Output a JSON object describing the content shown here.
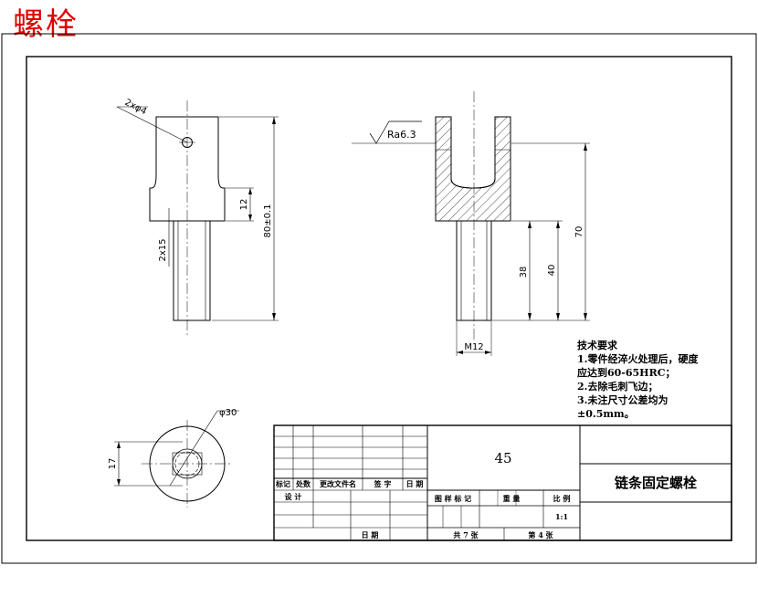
{
  "header": {
    "title": "螺栓"
  },
  "dimensions": {
    "hole": "2xφ4",
    "height_total": "80±0.1",
    "head_step": "12",
    "chamfer": "2x15",
    "roughness": "Ra6.3",
    "dim_70": "70",
    "dim_40": "40",
    "dim_38": "38",
    "thread": "M12",
    "diameter": "φ30",
    "dim_17": "17"
  },
  "notes": {
    "heading": "技术要求",
    "line1": "1.零件经淬火处理后，硬度",
    "line2": "应达到60-65HRC；",
    "line3": "2.去除毛刺飞边；",
    "line4": "3.未注尺寸公差均为",
    "line5": "±0.5mm。"
  },
  "title_block": {
    "material": "45",
    "part_name": "链条固定螺栓",
    "rev_headers": [
      "标记",
      "处数",
      "更改文件名",
      "签 字",
      "日 期"
    ],
    "design": "设 计",
    "date": "日 期",
    "stage_mark": "图 样 标 记",
    "weight": "重 量",
    "scale_label": "比 例",
    "scale": "1:1",
    "total_sheets": "共  7  张",
    "sheet_no": "第  4  张"
  }
}
